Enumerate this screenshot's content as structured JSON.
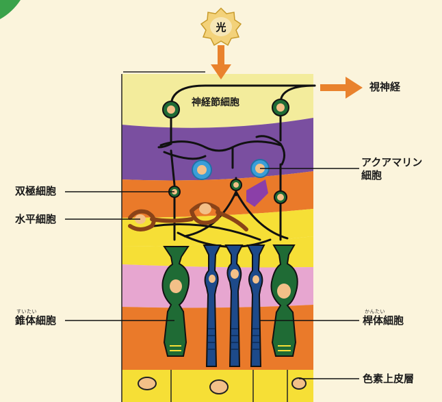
{
  "diagram": {
    "light_label": "光",
    "optic_nerve_label": "視神経",
    "ganglion_label": "神経節細胞",
    "amacrine_label": "アクアマリン\n細胞",
    "bipolar_label": "双極細胞",
    "horizontal_label": "水平細胞",
    "cone_label": "錐体細胞",
    "cone_ruby": "すいたい",
    "rod_label": "桿体細胞",
    "rod_ruby": "かんたい",
    "pigment_label": "色素上皮層"
  },
  "colors": {
    "background": "#fbf4dc",
    "cream_layer": "#f3ec9c",
    "purple_layer": "#7a4fa0",
    "orange_layer": "#ea7a2a",
    "yellow_layer": "#f6df36",
    "pink_layer": "#e7a6d0",
    "cell_green": "#1f6b35",
    "rod_blue": "#1d4a8a",
    "arrow_orange": "#e9822d",
    "horizontal_brown": "#8a4318",
    "amacrine_blue": "#3a9ed8"
  }
}
